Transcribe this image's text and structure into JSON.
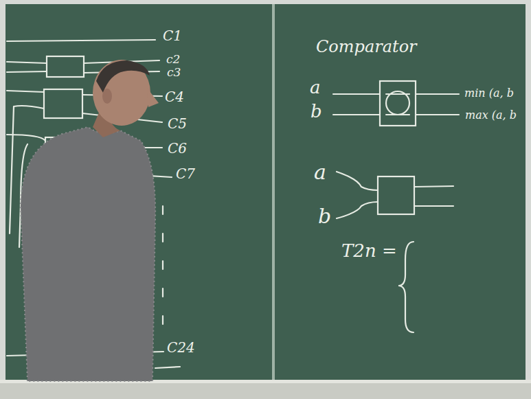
{
  "diagram": {
    "title": "Comparator",
    "labels": [
      "C1",
      "c2",
      "c3",
      "C4",
      "C5",
      "C6",
      "C7",
      "C24",
      "a",
      "b",
      "min (a, b",
      "max (a, b",
      "a",
      "b",
      "T2n ="
    ]
  }
}
